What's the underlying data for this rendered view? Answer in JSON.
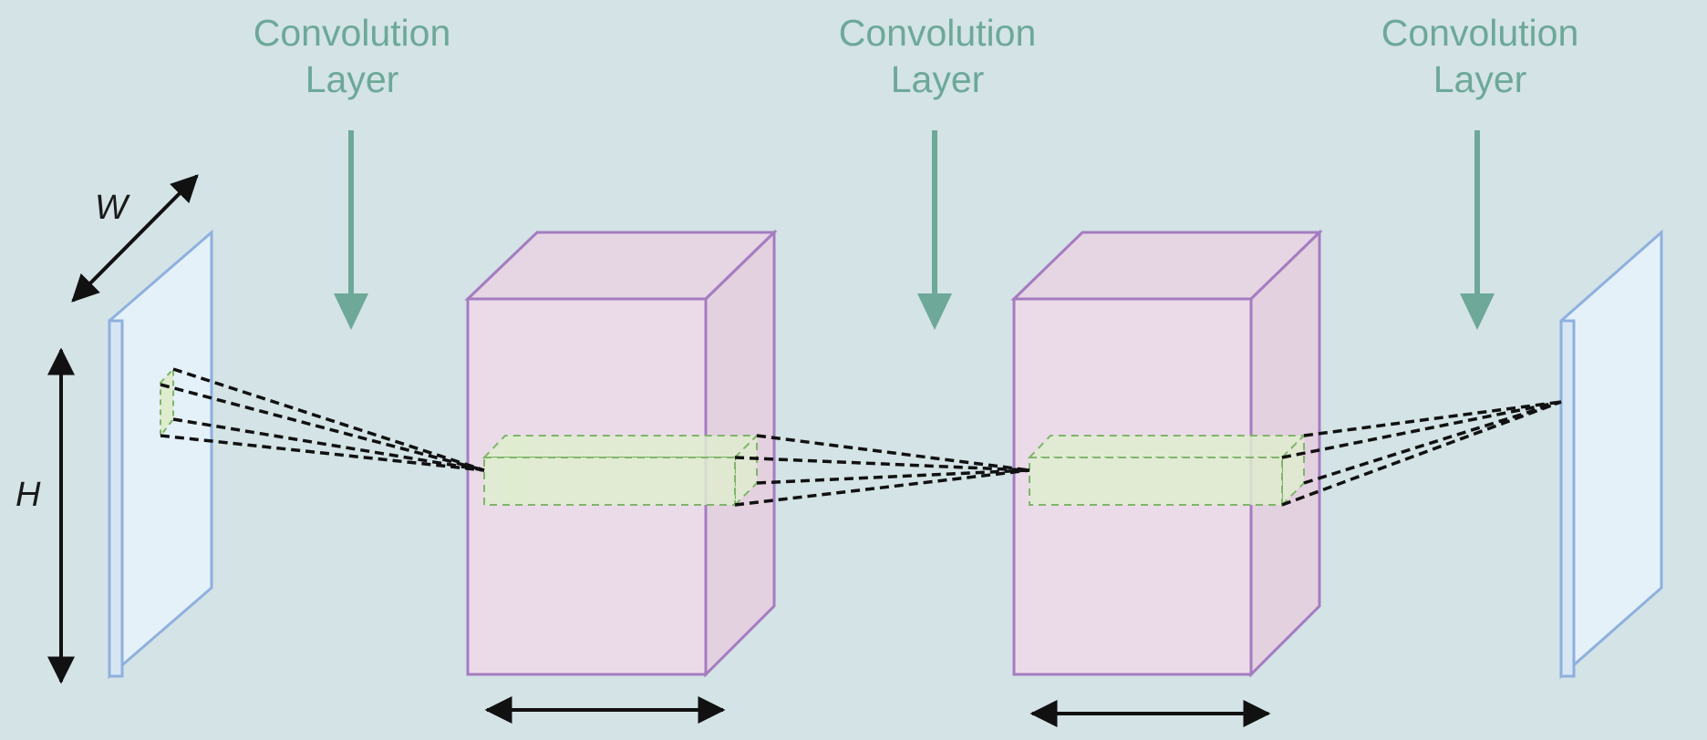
{
  "colors": {
    "background": "#d3e3e6",
    "label": "#6da899",
    "arrow_teal": "#6da899",
    "plane_fill": "#e4f1f9",
    "plane_side": "#d6e6f3",
    "plane_stroke": "#8fb0de",
    "block_front": "#ebdbe9",
    "block_top": "#e6d5e3",
    "block_side": "#e3d1e0",
    "block_stroke": "#a57cc0",
    "receptive_fill": "#dfeccf",
    "receptive_stroke": "#7fb56a",
    "black": "#111111"
  },
  "labels": {
    "conv1_line1": "Convolution",
    "conv1_line2": "Layer",
    "conv2_line1": "Convolution",
    "conv2_line2": "Layer",
    "conv3_line1": "Convolution",
    "conv3_line2": "Layer",
    "width": "W",
    "height": "H"
  },
  "icons": {
    "layer_arrow": "arrow-down-icon",
    "dimension_arrow": "double-headed-arrow-icon"
  }
}
